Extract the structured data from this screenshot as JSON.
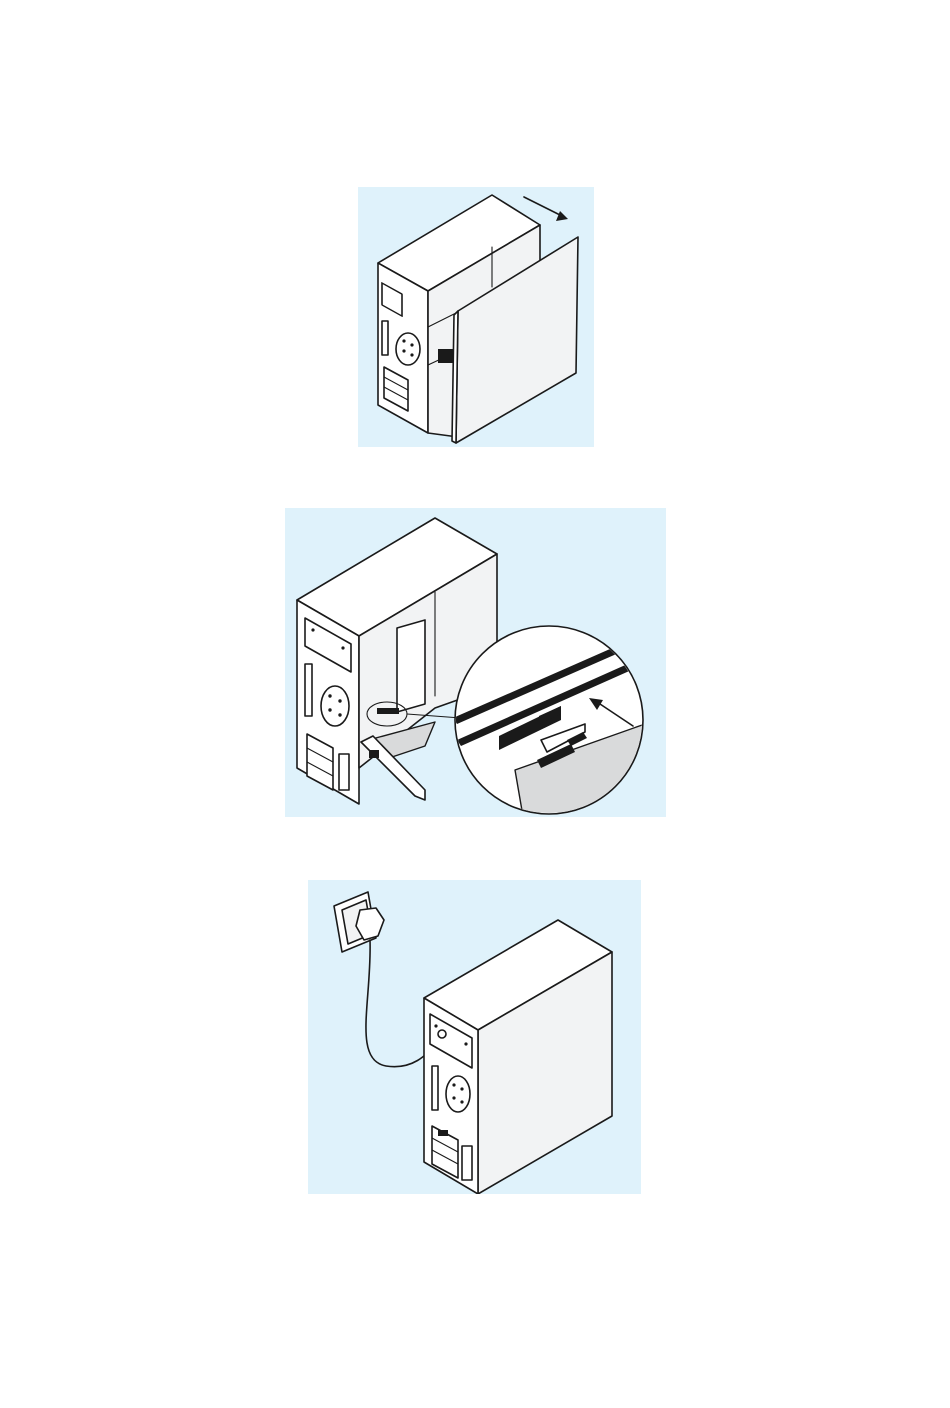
{
  "colors": {
    "panel_background": "#dff2fb",
    "line": "#1a1a1a",
    "case_front": "#ffffff",
    "case_side": "#f2f3f4",
    "card_pcb": "#d9dadb"
  },
  "steps": [
    {
      "illustration": "remove-side-panel"
    },
    {
      "illustration": "insert-pcie-card"
    },
    {
      "illustration": "plug-in-power"
    }
  ],
  "icons": [
    "arrow-icon",
    "magnifier-circle-icon",
    "power-plug-icon",
    "wall-socket-icon"
  ]
}
